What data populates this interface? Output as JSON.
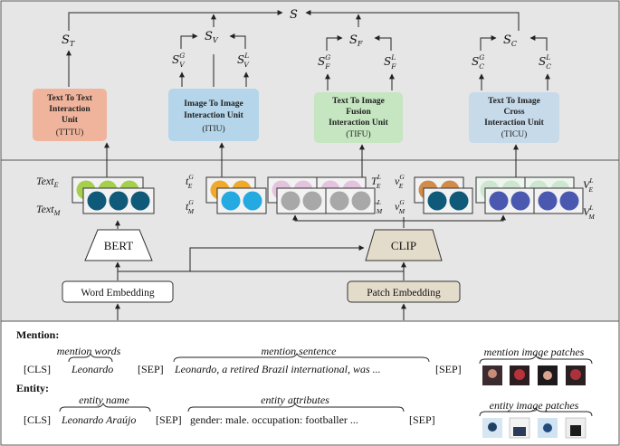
{
  "top": {
    "S": "S",
    "s_t": "S",
    "s_t_sub": "T",
    "s_v": "S",
    "s_v_sub": "V",
    "s_f": "S",
    "s_f_sub": "F",
    "s_c": "S",
    "s_c_sub": "C",
    "sv_g": "S",
    "sv_g_sup": "G",
    "sv_g_sub": "V",
    "sv_l": "S",
    "sv_l_sup": "L",
    "sv_l_sub": "V",
    "sf_g": "S",
    "sf_g_sup": "G",
    "sf_g_sub": "F",
    "sf_l": "S",
    "sf_l_sup": "L",
    "sf_l_sub": "F",
    "sc_g": "S",
    "sc_g_sup": "G",
    "sc_g_sub": "C",
    "sc_l": "S",
    "sc_l_sup": "L",
    "sc_l_sub": "C"
  },
  "units": [
    {
      "lines": [
        "Text To Text",
        "Interaction",
        "Unit"
      ],
      "abbr": "(TTTU)",
      "fill": "#f0b49c"
    },
    {
      "lines": [
        "Image To Image",
        "Interaction Unit"
      ],
      "abbr": "(ITIU)",
      "fill": "#b5d5ea"
    },
    {
      "lines": [
        "Text To Image",
        "Fusion",
        "Interaction Unit"
      ],
      "abbr": "(TIFU)",
      "fill": "#c5e6c1"
    },
    {
      "lines": [
        "Text To Image",
        "Cross",
        "Interaction Unit"
      ],
      "abbr": "(TICU)",
      "fill": "#c6daea"
    }
  ],
  "middle": {
    "text_e": "Text",
    "text_e_sub": "E",
    "text_m": "Text",
    "text_m_sub": "M",
    "t_e_g": "t",
    "t_e_g_sup": "G",
    "t_e_g_sub": "E",
    "t_m_g": "t",
    "t_m_g_sup": "G",
    "t_m_g_sub": "M",
    "T_e_l": "T",
    "T_e_l_sup": "L",
    "T_e_l_sub": "E",
    "T_m_l": "T",
    "T_m_l_sup": "L",
    "T_m_l_sub": "M",
    "v_e_g": "v",
    "v_e_g_sup": "G",
    "v_e_g_sub": "E",
    "v_m_g": "v",
    "v_m_g_sup": "G",
    "v_m_g_sub": "M",
    "V_e_l": "V",
    "V_e_l_sup": "L",
    "V_e_l_sub": "E",
    "V_m_l": "V",
    "V_m_l_sup": "L",
    "V_m_l_sub": "M",
    "bert": "BERT",
    "clip": "CLIP",
    "word_embedding": "Word Embedding",
    "patch_embedding": "Patch Embedding",
    "colors": {
      "green": "#a6cf4e",
      "teal": "#0f5a78",
      "orange": "#f0a92b",
      "skyblue": "#25a9e1",
      "pink": "#e3c3de",
      "gray": "#a8a8a8",
      "brown": "#d08c48",
      "mint": "#cde6cf",
      "purple": "#4a58b0"
    }
  },
  "bottom": {
    "mention_label": "Mention:",
    "mention_words_label": "mention words",
    "mention_sentence_label": "mention sentence",
    "mention_image_label": "mention image patches",
    "cls": "[CLS]",
    "sep": "[SEP]",
    "mention_word": "Leonardo",
    "mention_sentence": "Leonardo, a retired Brazil international, was ...",
    "entity_label": "Entity:",
    "entity_name_label": "entity name",
    "entity_attributes_label": "entity attributes",
    "entity_image_label": "entity image patches",
    "entity_name": "Leonardo Araújo",
    "entity_attributes": "gender: male. occupation: footballer  ..."
  }
}
